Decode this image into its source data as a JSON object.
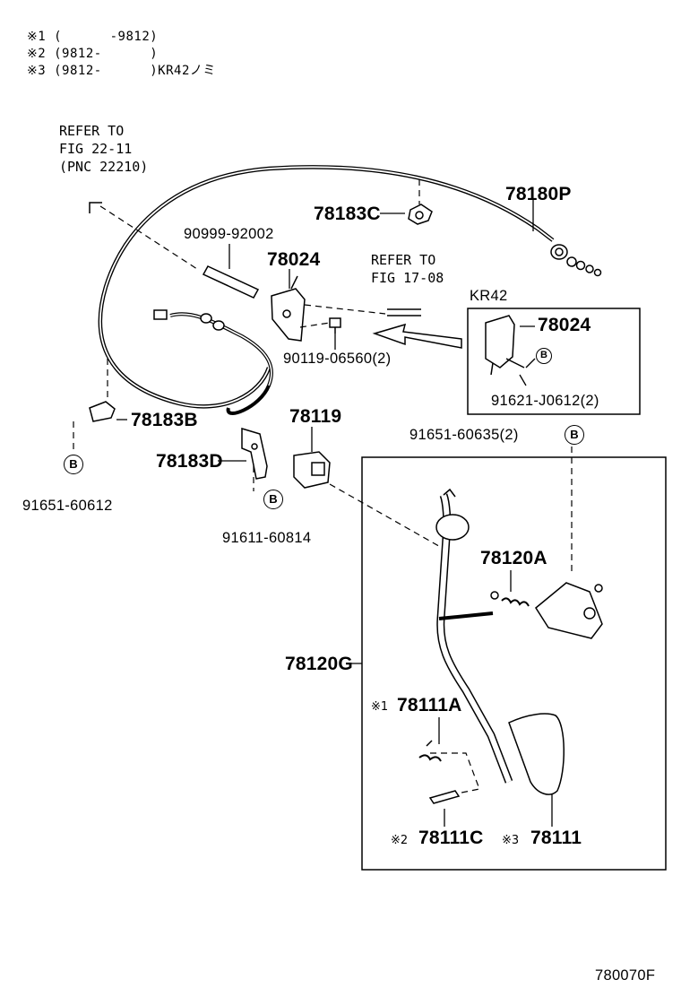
{
  "notes": [
    {
      "mark": "※1",
      "text": "(      -9812)"
    },
    {
      "mark": "※2",
      "text": "(9812-      )"
    },
    {
      "mark": "※3",
      "text": "(9812-      )KR42ノミ"
    }
  ],
  "refs": {
    "fig22": "REFER TO\nFIG 22-11\n(PNC 22210)",
    "fig17": "REFER TO\nFIG 17-08"
  },
  "inset_kr42": {
    "label": "KR42",
    "part_78024": "78024",
    "bolt": "91621-J0612(2)",
    "b_mark": "B"
  },
  "parts": {
    "p78180P": "78180P",
    "p78183C": "78183C",
    "p90999": "90999-92002",
    "p78024": "78024",
    "p90119": "90119-06560(2)",
    "p78183B": "78183B",
    "p91651_60612": "91651-60612",
    "p78183D": "78183D",
    "p91611": "91611-60814",
    "p78119": "78119",
    "p91651_60635": "91651-60635(2)",
    "p78120A": "78120A",
    "p78120G": "78120G",
    "p78111A": "78111A",
    "p78111C": "78111C",
    "p78111": "78111"
  },
  "marks": {
    "m1": "※1",
    "m2": "※2",
    "m3": "※3",
    "b": "B"
  },
  "figure_id": "780070F"
}
